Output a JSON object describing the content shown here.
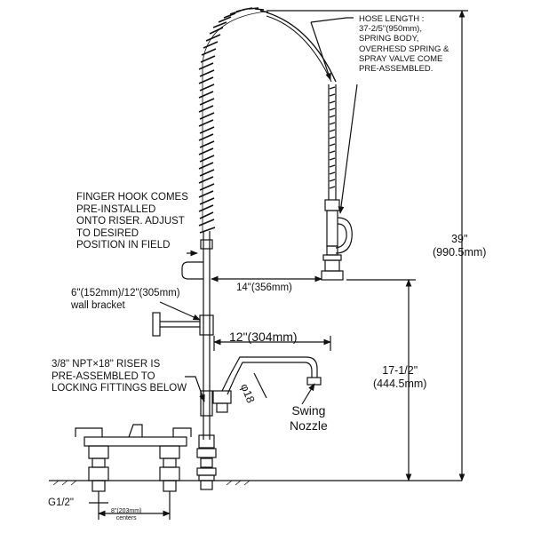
{
  "labels": {
    "hose_note": "HOSE LENGTH :\n37-2/5\"(950mm),\nSPRING BODY,\nOVERHESD SPRING &\nSPRAY VALVE COME\nPRE-ASSEMBLED.",
    "finger_hook": "FINGER HOOK COMES\nPRE-INSTALLED\nONTO RISER. ADJUST\nTO DESIRED\nPOSITION IN FIELD",
    "wall_bracket": "6\"(152mm)/12\"(305mm)\nwall bracket",
    "riser_note": "3/8\" NPT×18\" RISER IS\nPRE-ASSEMBLED TO\nLOCKING FITTINGS BELOW",
    "swing_nozzle": "Swing\nNozzle",
    "dim_14": "14\"(356mm)",
    "dim_12": "12\"(304mm)",
    "dim_39": "39\"\n(990.5mm)",
    "dim_17": "17-1/2\"\n(444.5mm)",
    "dim_phi": "φ18",
    "g_half": "G1/2\"",
    "centers": "8\"(203mm)\ncenters"
  }
}
